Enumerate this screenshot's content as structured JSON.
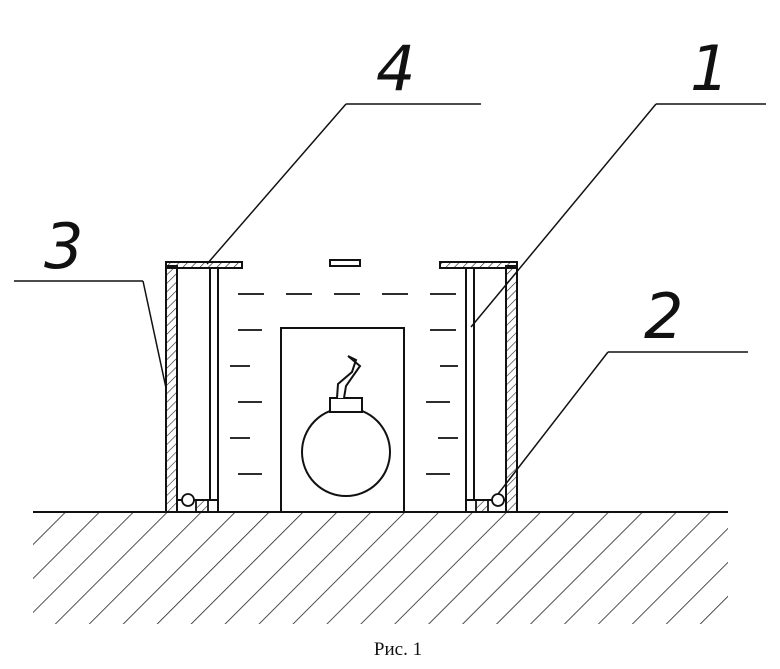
{
  "figure": {
    "caption": "Рис. 1",
    "callouts": [
      {
        "id": "callout-1",
        "text": "1"
      },
      {
        "id": "callout-2",
        "text": "2"
      },
      {
        "id": "callout-3",
        "text": "3"
      },
      {
        "id": "callout-4",
        "text": "4"
      }
    ]
  }
}
